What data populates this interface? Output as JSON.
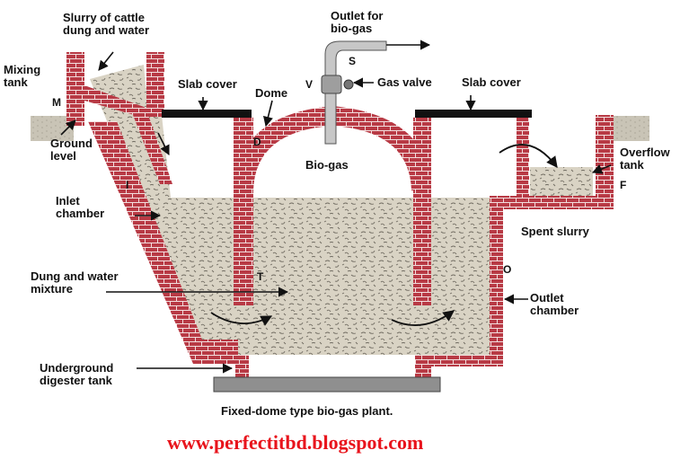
{
  "labels": {
    "slurry_cattle": "Slurry of cattle\ndung and water",
    "mixing_tank": "Mixing\ntank",
    "letter_m": "M",
    "slab_cover_left": "Slab cover",
    "dome": "Dome",
    "outlet_biogas": "Outlet for\nbio-gas",
    "letter_s": "S",
    "letter_v": "V",
    "gas_valve": "Gas valve",
    "slab_cover_right": "Slab cover",
    "ground_level": "Ground\nlevel",
    "letter_d": "D",
    "bio_gas": "Bio-gas",
    "overflow_tank": "Overflow\ntank",
    "letter_f": "F",
    "letter_i": "I",
    "inlet_chamber": "Inlet\nchamber",
    "spent_slurry": "Spent slurry",
    "letter_o": "O",
    "dung_water_mixture": "Dung and water\nmixture",
    "letter_t": "T",
    "outlet_chamber": "Outlet\nchamber",
    "underground_digester": "Underground\ndigester tank"
  },
  "caption": "Fixed-dome type bio-gas plant.",
  "website": "www.perfectitbd.blogspot.com",
  "colors": {
    "brick": "#b83a45",
    "mortar": "#f3dede",
    "slurry": "#d9d3c4",
    "slurry_speck": "#6f6a60",
    "ground": "#c9c4b6",
    "slab": "#111111",
    "pipe": "#c7c7c7",
    "base": "#8f8f8f",
    "website": "#e8141c"
  }
}
